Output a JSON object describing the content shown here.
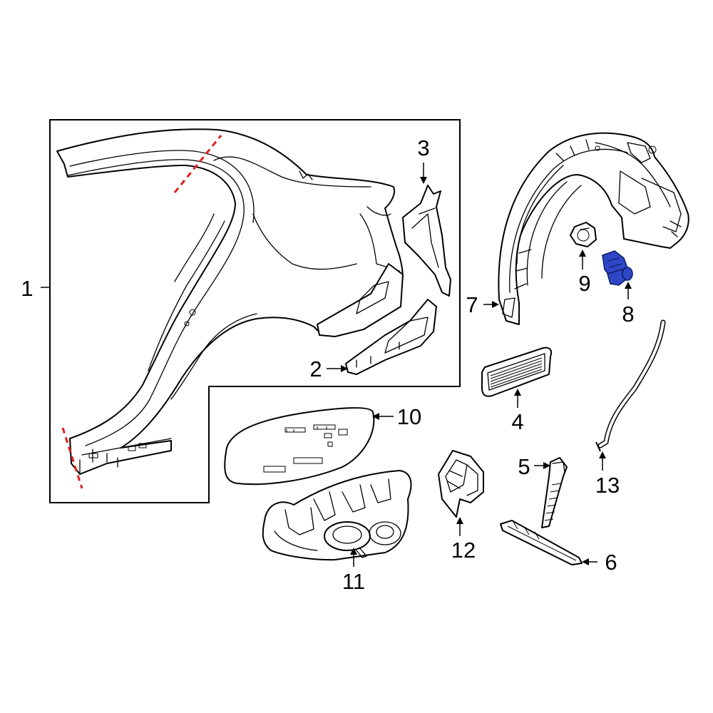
{
  "callouts": [
    {
      "id": "1",
      "label": "1"
    },
    {
      "id": "2",
      "label": "2"
    },
    {
      "id": "3",
      "label": "3"
    },
    {
      "id": "4",
      "label": "4"
    },
    {
      "id": "5",
      "label": "5"
    },
    {
      "id": "6",
      "label": "6"
    },
    {
      "id": "7",
      "label": "7"
    },
    {
      "id": "8",
      "label": "8"
    },
    {
      "id": "9",
      "label": "9"
    },
    {
      "id": "10",
      "label": "10"
    },
    {
      "id": "11",
      "label": "11"
    },
    {
      "id": "12",
      "label": "12"
    },
    {
      "id": "13",
      "label": "13"
    }
  ],
  "colors": {
    "outline": "#000000",
    "background": "#ffffff",
    "highlight": "#2f47c6",
    "cut_line": "#e0201b"
  }
}
